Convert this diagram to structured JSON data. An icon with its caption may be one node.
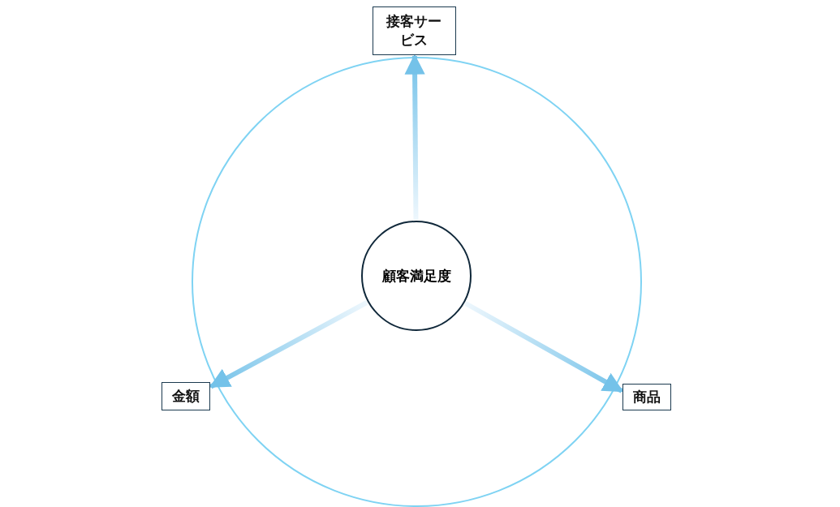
{
  "diagram": {
    "nodes": [
      {
        "text": [],
        "shape": "circle"
      },
      {
        "text": [
          "顧客満足度"
        ],
        "in": 0
      },
      {
        "text": [
          "接客サービス"
        ]
      },
      {
        "text": [
          "金額"
        ]
      },
      {
        "text": [
          "商品"
        ]
      }
    ],
    "edges": [
      {
        "from": 1,
        "to": 2,
        "arrow": "to"
      },
      {
        "from": 1,
        "to": 3,
        "arrow": "to"
      },
      {
        "from": 1,
        "to": 4,
        "arrow": "to"
      }
    ]
  }
}
